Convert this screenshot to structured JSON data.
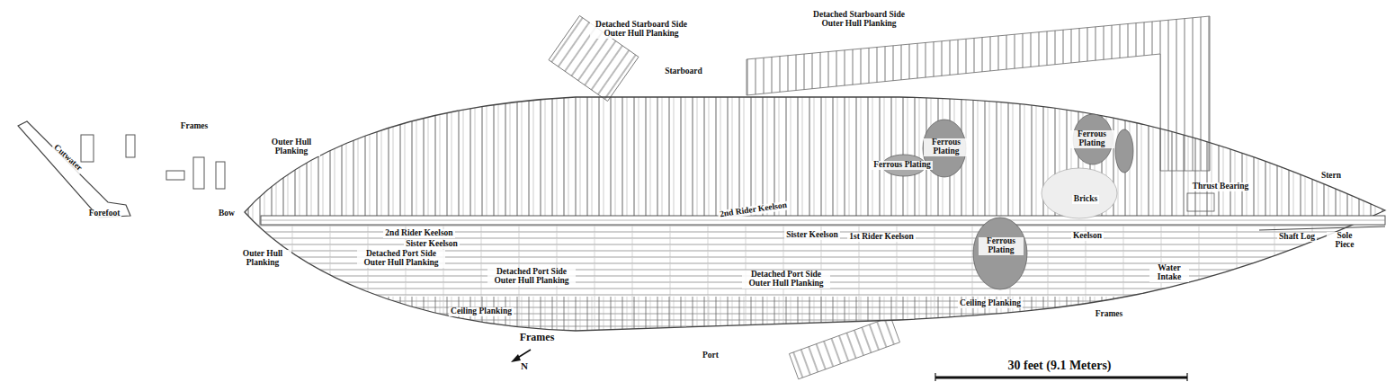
{
  "diagram": {
    "labels": [
      "Detached Starboard Side Outer Hull Planking",
      "Detached Starboard Side Outer Hull Planking",
      "Starboard",
      "Frames",
      "Outer Hull Planking",
      "Cutwater",
      "Forefoot",
      "Bow",
      "Outer Hull Planking",
      "Ferrous Plating",
      "Ferrous Plating",
      "Ferrous Plating",
      "Bricks",
      "Thrust Bearing",
      "Stern",
      "2nd Rider Keelson",
      "Sister Keelson",
      "2nd Rider Keelson",
      "Sister Keelson",
      "1st Rider Keelson",
      "Keelson",
      "Shaft Log",
      "Sole Piece",
      "Detached Port Side Outer Hull Planking",
      "Detached Port Side Outer Hull Planking",
      "Detached Port Side Outer Hull Planking",
      "Ferrous Plating",
      "Water Intake",
      "Ceiling Planking",
      "Ceiling Planking",
      "Frames",
      "Frames",
      "Port",
      "N",
      "30 feet (9.1 Meters)"
    ]
  }
}
